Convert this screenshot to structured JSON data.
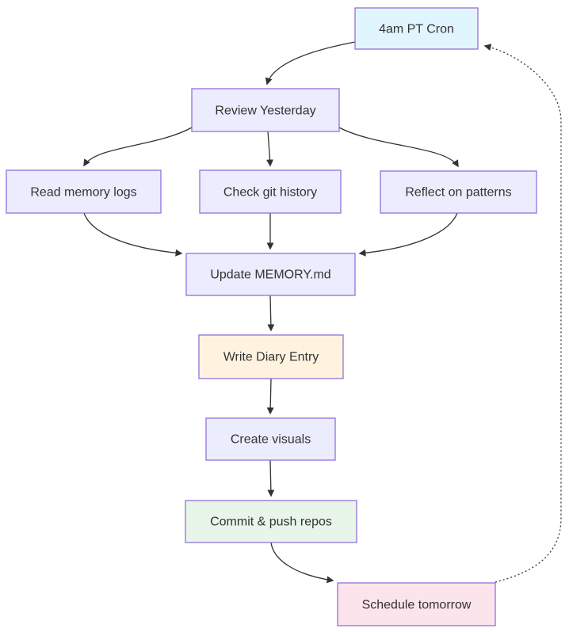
{
  "diagram": {
    "type": "flowchart",
    "direction": "top-down",
    "nodes": [
      {
        "id": "cron",
        "label": "4am PT Cron",
        "fill": "#e1f5fe"
      },
      {
        "id": "review",
        "label": "Review Yesterday",
        "fill": "#ececff"
      },
      {
        "id": "read_logs",
        "label": "Read memory logs",
        "fill": "#ececff"
      },
      {
        "id": "check_git",
        "label": "Check git history",
        "fill": "#ececff"
      },
      {
        "id": "reflect",
        "label": "Reflect on patterns",
        "fill": "#ececff"
      },
      {
        "id": "update_memory",
        "label": "Update MEMORY.md",
        "fill": "#ececff"
      },
      {
        "id": "diary",
        "label": "Write Diary Entry",
        "fill": "#fff3e0"
      },
      {
        "id": "visuals",
        "label": "Create visuals",
        "fill": "#ececff"
      },
      {
        "id": "commit",
        "label": "Commit & push repos",
        "fill": "#e8f5e9"
      },
      {
        "id": "schedule",
        "label": "Schedule tomorrow",
        "fill": "#fce4ec"
      }
    ],
    "edges": [
      {
        "from": "cron",
        "to": "review",
        "style": "solid"
      },
      {
        "from": "review",
        "to": "read_logs",
        "style": "solid"
      },
      {
        "from": "review",
        "to": "check_git",
        "style": "solid"
      },
      {
        "from": "review",
        "to": "reflect",
        "style": "solid"
      },
      {
        "from": "read_logs",
        "to": "update_memory",
        "style": "solid"
      },
      {
        "from": "check_git",
        "to": "update_memory",
        "style": "solid"
      },
      {
        "from": "reflect",
        "to": "update_memory",
        "style": "solid"
      },
      {
        "from": "update_memory",
        "to": "diary",
        "style": "solid"
      },
      {
        "from": "diary",
        "to": "visuals",
        "style": "solid"
      },
      {
        "from": "visuals",
        "to": "commit",
        "style": "solid"
      },
      {
        "from": "commit",
        "to": "schedule",
        "style": "solid"
      },
      {
        "from": "schedule",
        "to": "cron",
        "style": "dotted"
      }
    ],
    "colors": {
      "node_border": "#9370db",
      "edge_line": "#333333",
      "text": "#333333",
      "background": "#ffffff"
    }
  }
}
